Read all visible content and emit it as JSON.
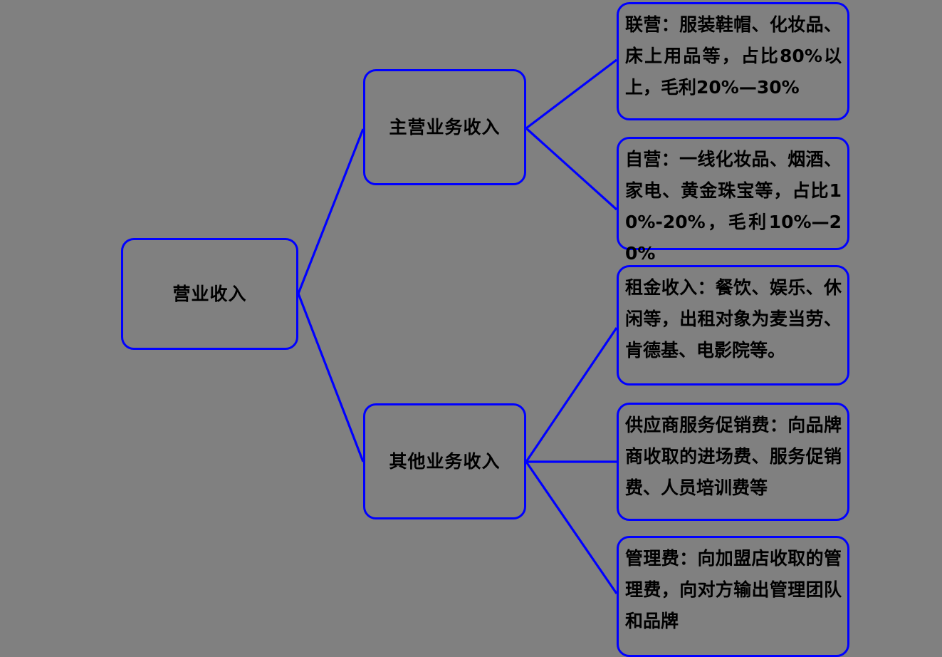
{
  "diagram": {
    "title": "营业收入",
    "background_color": "#808080",
    "edge_color": "#0000ff",
    "node_border_color": "#0000ff",
    "text_color": "#000000",
    "root": {
      "label": "营业收入"
    },
    "branches": [
      {
        "label": "主营业务收入",
        "leaves": [
          {
            "label": "联营：服装鞋帽、化妆品、床上用品等，占比80%以上，毛利20%—30%"
          },
          {
            "label": "自营：一线化妆品、烟酒、家电、黄金珠宝等，占比10%-20%，毛利10%—20%"
          }
        ]
      },
      {
        "label": "其他业务收入",
        "leaves": [
          {
            "label": "租金收入：餐饮、娱乐、休闲等，出租对象为麦当劳、肯德基、电影院等。"
          },
          {
            "label": "供应商服务促销费：向品牌商收取的进场费、服务促销费、人员培训费等"
          },
          {
            "label": "管理费：向加盟店收取的管理费，向对方输出管理团队和品牌"
          }
        ]
      }
    ]
  }
}
